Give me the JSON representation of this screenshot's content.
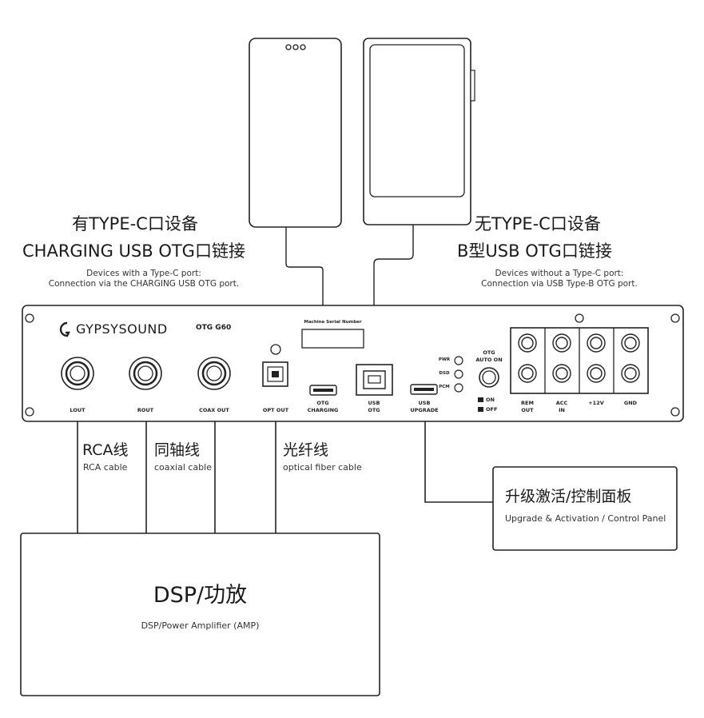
{
  "left_device": {
    "heading_cn": "有TYPE-C口设备",
    "heading_en": "CHARGING USB OTG口链接",
    "desc_line1": "Devices with a Type-C port:",
    "desc_line2": "Connection via the CHARGING USB OTG port."
  },
  "right_device": {
    "heading_cn": "无TYPE-C口设备",
    "heading_en": "B型USB OTG口链接",
    "desc_line1": "Devices without a Type-C port:",
    "desc_line2": "Connection via USB Type-B OTG port."
  },
  "panel": {
    "brand": "GYPSYSOUND",
    "model": "OTG G60",
    "serial_label": "Machine Serial Number",
    "ports": {
      "lout": "LOUT",
      "rout": "ROUT",
      "coax_out": "COAX OUT",
      "opt_out": "OPT OUT",
      "otg_charging_1": "OTG",
      "otg_charging_2": "CHARGING",
      "usb_otg_1": "USB",
      "usb_otg_2": "OTG",
      "usb_upgrade_1": "USB",
      "usb_upgrade_2": "UPGRADE",
      "rem_out_1": "REM",
      "rem_out_2": "OUT",
      "acc_in_1": "ACC",
      "acc_in_2": "IN",
      "plus12v": "+12V",
      "gnd": "GND"
    },
    "leds": {
      "pwr": "PWR",
      "dsd": "DSD",
      "pcm": "PCM"
    },
    "auto_on_1": "OTG",
    "auto_on_2": "AUTO ON",
    "switch_on": "ON",
    "switch_off": "OFF"
  },
  "cables": {
    "rca_cn": "RCA线",
    "rca_en": "RCA cable",
    "coax_cn": "同轴线",
    "coax_en": "coaxial cable",
    "optical_cn": "光纤线",
    "optical_en": "optical fiber cable"
  },
  "control_panel": {
    "title_cn": "升级激活/控制面板",
    "title_en": "Upgrade & Activation / Control Panel"
  },
  "amp": {
    "title": "DSP/功放",
    "subtitle": "DSP/Power Amplifier (AMP)"
  }
}
